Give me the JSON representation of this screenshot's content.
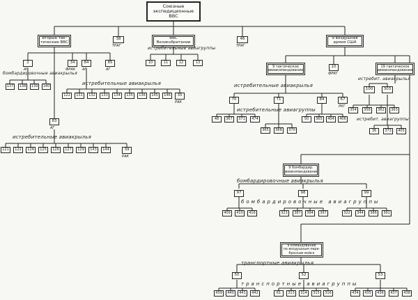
{
  "root": "Союзные\nэкспедиционные\nВВС",
  "b2": "Вторые так-\nтические ВВС",
  "b38": "38",
  "b38s": "ТРАГ",
  "bRaf": "ВВС\nВеликобритании",
  "b46": "46",
  "b46s": "ТРАГ",
  "b9us": "9 воздушная\nармия США",
  "b2ag": "2",
  "b2ags": "АГ",
  "b34": "34",
  "b34s": "ФРАК",
  "b84": "84",
  "b84s": "АГ",
  "b85": "85",
  "b85s": "АГ",
  "lblBomb1": "бомбардировочные авиакрылья",
  "bomb1": [
    "137",
    "138",
    "139",
    "140"
  ],
  "lblFighterRaf": "истребительные авиагруппы",
  "raf": [
    "10",
    "11",
    "12",
    "13"
  ],
  "lblFighter84": "истребительные авиакрылья",
  "f84": [
    "122",
    "131",
    "132",
    "133",
    "134",
    "135",
    "136",
    "145",
    "146"
  ],
  "b35": "35",
  "b35s": "РАК",
  "b83": "83",
  "b83s": "АГ",
  "lblFighter83": "истребительные авиакрылья",
  "f83": [
    "121",
    "122",
    "124",
    "125",
    "126",
    "127",
    "129",
    "143",
    "144"
  ],
  "b39": "39",
  "b39s": "РАК",
  "bTac19": "19 тактическое\nавиакомандование",
  "b10": "10",
  "b10s": "ФРКГ",
  "bTac9": "9 тактическое\nавиакомандование",
  "lblFighterWings9": "истребительные авиакрылья",
  "w70": "70",
  "w71": "71",
  "w84r": "84",
  "b67": "67",
  "b67s": "РКГ",
  "lblFighterGroups9": "истребительные авиагруппы",
  "g9a": [
    "48",
    "367",
    "371",
    "474"
  ],
  "g9b": [
    "365",
    "368",
    "370"
  ],
  "g9c": [
    "50",
    "365",
    "404",
    "406"
  ],
  "lblFighterWings19": "истребит. авиакрылья",
  "w100": "100",
  "w303": "303",
  "g19a": [
    "354",
    "358",
    "362",
    "363"
  ],
  "lblFighterGroups19": "истребит. авиагруппы",
  "g19b": [
    "36",
    "373",
    "405"
  ],
  "bBomb9": "9 бомбардир.\nавиакомандование",
  "lblBombWings": "бомбардировочные авиакрылья",
  "w97": "97",
  "w98": "98",
  "w99": "99",
  "lblBombGroups": "бомбардировочные авиагруппы",
  "bg97": [
    "409",
    "410",
    "416"
  ],
  "bg98": [
    "323",
    "387",
    "394",
    "397"
  ],
  "bg99": [
    "322",
    "344",
    "386",
    "391"
  ],
  "bTroop": "9 командование\nпо воздушным пере-\nброскам войск",
  "lblTransWings": "транспортные авиакрылья",
  "w50": "50",
  "w52": "52",
  "w53": "53",
  "lblTransGroups": "транспортные авиагруппы",
  "tg50": [
    "439",
    "440",
    "441",
    "442"
  ],
  "tg52": [
    "61",
    "313",
    "314",
    "315",
    "316"
  ],
  "tg53": [
    "434",
    "435",
    "436",
    "437",
    "438"
  ]
}
